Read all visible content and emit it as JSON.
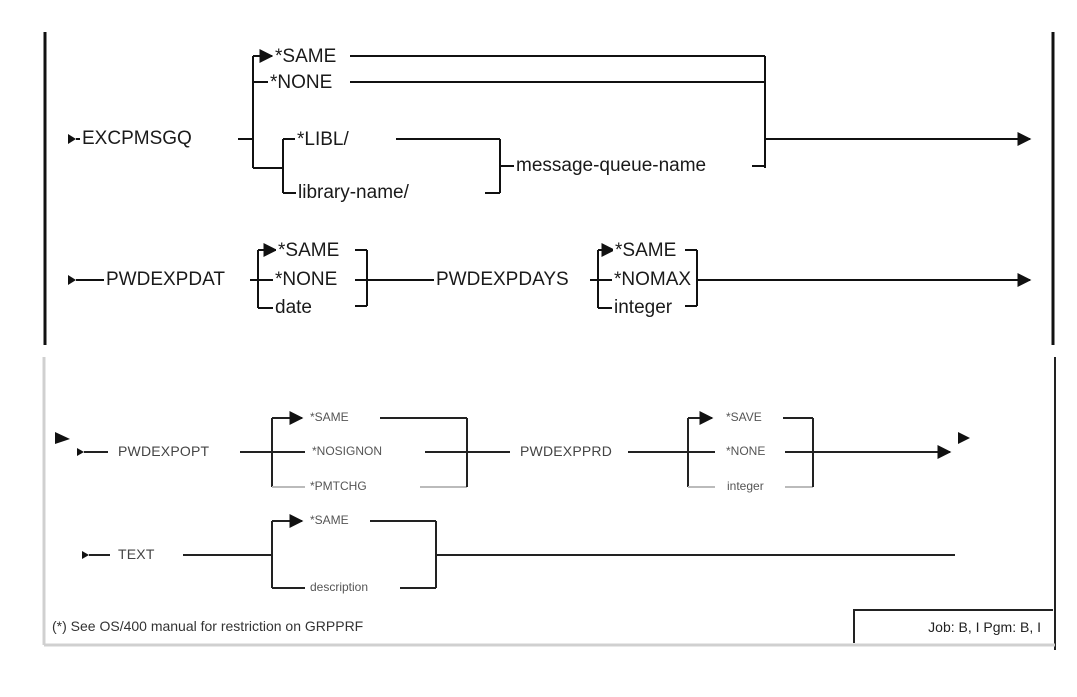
{
  "diagram": {
    "title": "IBM i / OS/400 command syntax diagram (user profile parameters)",
    "rows": [
      {
        "keyword": "EXCPMSGQ",
        "options": [
          "*SAME",
          "*NONE"
        ],
        "qualified": {
          "library_options": [
            "*LIBL/",
            "library-name/"
          ],
          "object": "message-queue-name"
        },
        "default": "*SAME"
      },
      {
        "keyword": "PWDEXPDAT",
        "options": [
          "*SAME",
          "*NONE",
          "date"
        ],
        "default": "*SAME"
      },
      {
        "keyword": "PWDEXPDAYS",
        "options": [
          "*SAME",
          "*NOMAX",
          "integer"
        ],
        "default": "*SAME"
      },
      {
        "keyword": "PWDEXPOPT",
        "options": [
          "*SAME",
          "*NOSIGNON",
          "*PMTCHG"
        ],
        "default": "*SAME"
      },
      {
        "keyword": "PWDEXPPRD",
        "options": [
          "*SAVE",
          "*NONE",
          "integer"
        ],
        "default": "*SAVE"
      },
      {
        "keyword": "TEXT",
        "options": [
          "*SAME",
          "description"
        ],
        "default": "*SAME"
      }
    ],
    "footnote": "(*) See OS/400 manual for restriction on GRPPRF",
    "job_info": "Job: B, I  Pgm: B, I"
  },
  "colors": {
    "line": "#111111",
    "panel_border_top": "#111111",
    "panel_border_bottom_left": "#cfcfcf",
    "text": "#1a1a1a"
  }
}
